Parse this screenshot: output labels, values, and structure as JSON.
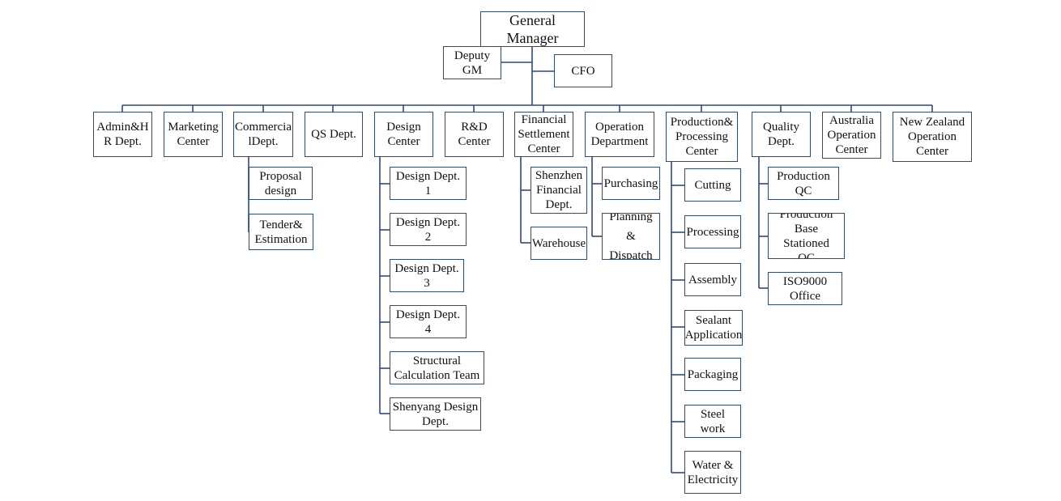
{
  "org": {
    "gm": "General Manager",
    "deputy_gm": "Deputy\nGM",
    "cfo": "CFO",
    "departments": {
      "admin_hr": "Admin&H\nR Dept.",
      "marketing": "Marketing\nCenter",
      "commercial": "Commercia\nlDept.",
      "qs": "QS Dept.",
      "design_center": "Design\nCenter",
      "rd": "R&D\nCenter",
      "financial_settlement": "Financial\nSettlement\nCenter",
      "operation": "Operation\nDepartment",
      "production_processing": "Production&\nProcessing\nCenter",
      "quality": "Quality\nDept.",
      "australia": "Australia\nOperation\nCenter",
      "new_zealand": "New Zealand\nOperation\nCenter"
    },
    "commercial_units": [
      "Proposal\ndesign",
      "Tender&\nEstimation"
    ],
    "design_units": [
      "Design Dept. 1",
      "Design Dept. 2",
      "Design Dept.\n3",
      "Design Dept. 4",
      "Structural\nCalculation Team",
      "Shenyang Design\nDept."
    ],
    "financial_units": [
      "Shenzhen\nFinancial\nDept.",
      "Warehouse"
    ],
    "operation_units": [
      "Purchasing",
      "Planning &\nDispatch"
    ],
    "production_units": [
      "Cutting",
      "Processing",
      "Assembly",
      "Sealant\nApplication",
      "Packaging",
      "Steel work",
      "Water &\nElectricity"
    ],
    "quality_units": [
      "Production\nQC",
      "Production\nBase Stationed\nQC",
      "ISO9000\nOffice"
    ]
  }
}
